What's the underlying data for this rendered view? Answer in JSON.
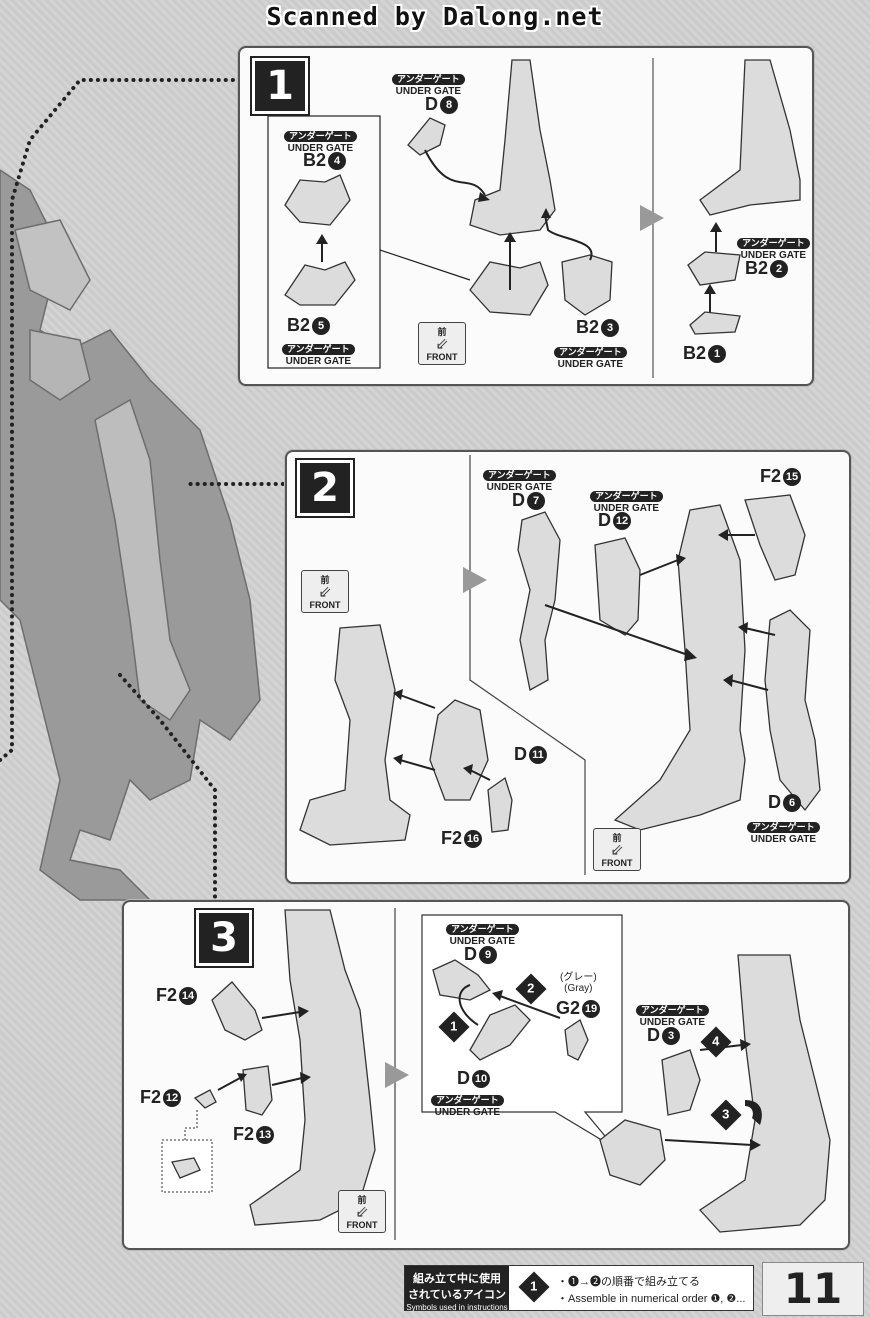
{
  "header": {
    "title": "Scanned by Dalong.net"
  },
  "steps": {
    "s1": {
      "num": "1"
    },
    "s2": {
      "num": "2"
    },
    "s3": {
      "num": "3"
    }
  },
  "tags": {
    "jp": "アンダーゲート",
    "en": "UNDER GATE"
  },
  "front": {
    "jp": "前",
    "en": "FRONT"
  },
  "step1": {
    "d8": {
      "letter": "D",
      "num": "8"
    },
    "b2_4": {
      "letter": "B2",
      "num": "4"
    },
    "b2_5": {
      "letter": "B2",
      "num": "5"
    },
    "b2_3": {
      "letter": "B2",
      "num": "3"
    },
    "b2_2": {
      "letter": "B2",
      "num": "2"
    },
    "b2_1": {
      "letter": "B2",
      "num": "1"
    }
  },
  "step2": {
    "d7": {
      "letter": "D",
      "num": "7"
    },
    "d12": {
      "letter": "D",
      "num": "12"
    },
    "f2_15": {
      "letter": "F2",
      "num": "15"
    },
    "d11": {
      "letter": "D",
      "num": "11"
    },
    "f2_16": {
      "letter": "F2",
      "num": "16"
    },
    "d6": {
      "letter": "D",
      "num": "6"
    }
  },
  "step3": {
    "f2_14": {
      "letter": "F2",
      "num": "14"
    },
    "f2_12": {
      "letter": "F2",
      "num": "12"
    },
    "f2_13": {
      "letter": "F2",
      "num": "13"
    },
    "d9": {
      "letter": "D",
      "num": "9"
    },
    "d10": {
      "letter": "D",
      "num": "10"
    },
    "g2_19": {
      "letter": "G2",
      "num": "19"
    },
    "gray_jp": "(グレー)",
    "gray_en": "(Gray)",
    "d3": {
      "letter": "D",
      "num": "3"
    },
    "order": [
      "1",
      "2",
      "3",
      "4"
    ]
  },
  "legend": {
    "label_line1": "組み立て中に使用",
    "label_line2": "されているアイコン",
    "label_en": "Symbols used in instructions",
    "icon_num": "1",
    "jp_text": "・❶→❷の順番で組み立てる",
    "en_text": "・Assemble in numerical order ❶, ❷..."
  },
  "page_number": "11",
  "colors": {
    "ink": "#222222",
    "paper": "#fbfbfb",
    "part_fill": "#d8d8d8"
  }
}
